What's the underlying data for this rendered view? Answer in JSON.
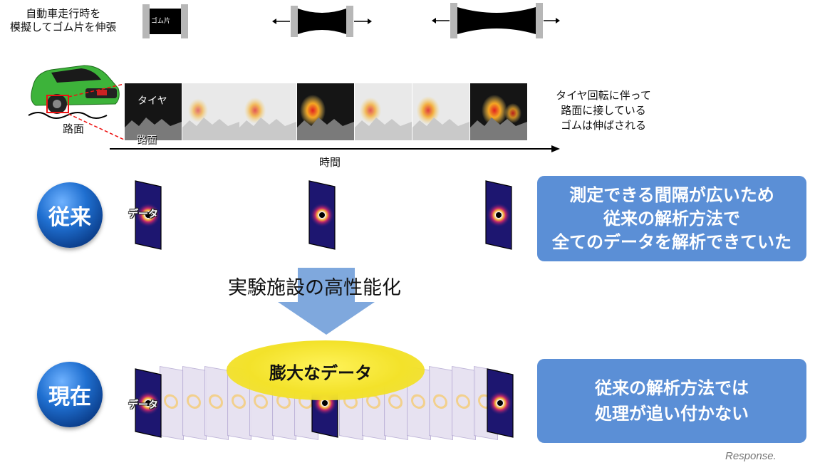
{
  "top": {
    "caption_line1": "自動車走行時を",
    "caption_line2": "模擬してゴム片を伸張",
    "rubber_label": "ゴム片"
  },
  "timeline": {
    "road_label_car": "路面",
    "tire_label": "タイヤ",
    "road_label_frame": "路面",
    "time_label": "時間",
    "right_caption_line1": "タイヤ回転に伴って",
    "right_caption_line2": "路面に接している",
    "right_caption_line3": "ゴムは伸ばされる"
  },
  "conventional": {
    "badge": "従来",
    "data_label": "データ",
    "box_line1": "測定できる間隔が広いため",
    "box_line2": "従来の解析方法で",
    "box_line3": "全てのデータを解析できていた"
  },
  "arrow": {
    "label": "実験施設の高性能化"
  },
  "current": {
    "badge": "現在",
    "data_label": "データ",
    "bubble": "膨大なデータ",
    "box_line1": "従来の解析方法では",
    "box_line2": "処理が追い付かない"
  },
  "watermark": "Response."
}
